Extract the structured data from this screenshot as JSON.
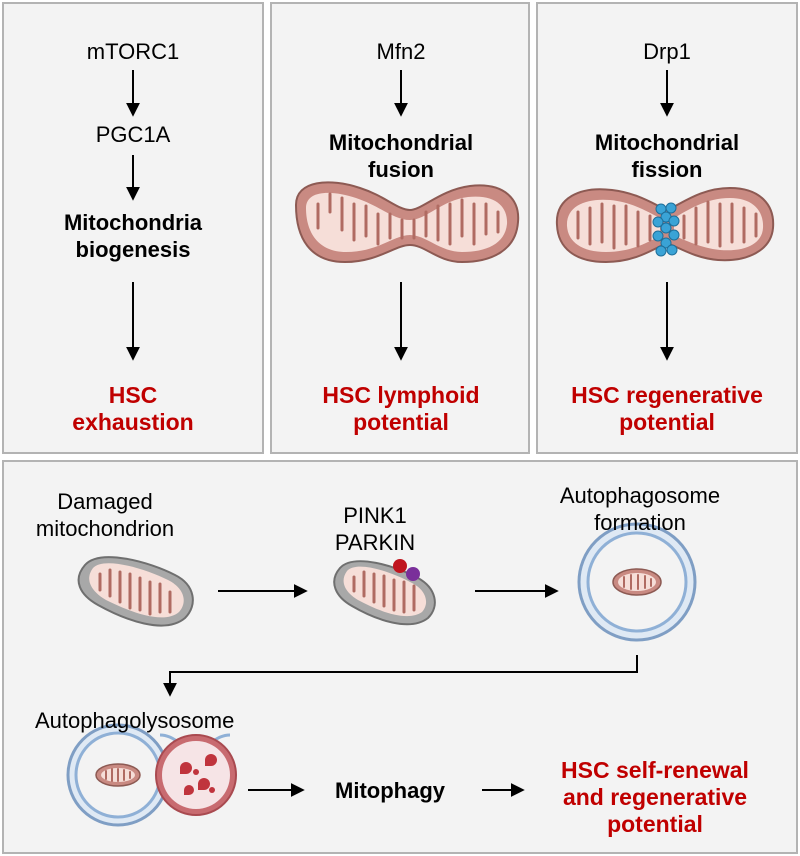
{
  "panel1": {
    "gene_a": "mTORC1",
    "gene_b": "PGC1A",
    "process": "Mitochondria\nbiogenesis",
    "outcome": "HSC\nexhaustion"
  },
  "panel2": {
    "gene": "Mfn2",
    "process": "Mitochondrial\nfusion",
    "outcome": "HSC lymphoid\npotential"
  },
  "panel3": {
    "gene": "Drp1",
    "process": "Mitochondrial\nfission",
    "outcome": "HSC regenerative\npotential"
  },
  "bottom": {
    "damaged": "Damaged\nmitochondrion",
    "pink_parkin": "PINK1\nPARKIN",
    "autophagosome": "Autophagosome\nformation",
    "autophagolysosome": "Autophagolysosome",
    "mitophagy": "Mitophagy",
    "outcome": "HSC self-renewal\nand regenerative\npotential"
  },
  "colors": {
    "panel_bg": "#f3f3f3",
    "panel_border": "#b3b3b3",
    "outcome_red": "#c00000",
    "mito_outer": "#c98a82",
    "mito_inner": "#f6ded8",
    "damaged_outer": "#a8a8a8",
    "vesicle_blue": "#8fb0d6",
    "lysosome_red": "#c86b70",
    "drp1_blue": "#3aa3d6",
    "pink1_dot": "#c0141e",
    "parkin_dot": "#7a2f9a"
  }
}
